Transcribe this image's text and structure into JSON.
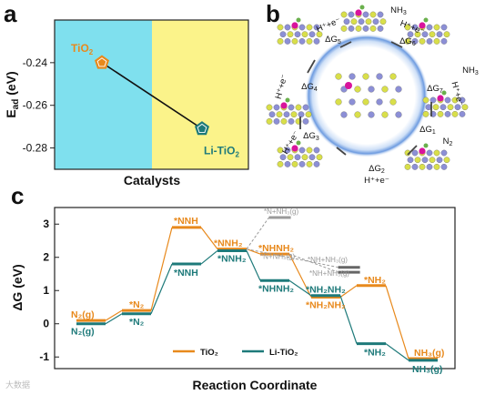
{
  "panels": {
    "a": "a",
    "b": "b",
    "c": "c"
  },
  "chart_data": [
    {
      "type": "scatter",
      "ylabel": "E",
      "ylabel_sub": "ad",
      "ylabel_unit": " (eV)",
      "xlabel": "Catalysts",
      "ylim": [
        -0.29,
        -0.22
      ],
      "yticks": [
        -0.24,
        -0.26,
        -0.28
      ],
      "ytick_labels": [
        "-0.24",
        "-0.26",
        "-0.28"
      ],
      "points": [
        {
          "name": "TiO",
          "sub": "2",
          "prefix": "",
          "value": -0.24,
          "color": "#e8891c"
        },
        {
          "name": "TiO",
          "sub": "2",
          "prefix": "Li-",
          "value": -0.271,
          "color": "#1e7a7a"
        }
      ],
      "colors": {
        "left_bg": "#7fe0ee",
        "right_bg": "#fbf38a"
      }
    },
    {
      "type": "diagram",
      "steps": [
        {
          "label": "H⁺+e⁻",
          "energy": "ΔG",
          "sub": "5"
        },
        {
          "label": "H⁺+e⁻",
          "energy": "ΔG",
          "sub": "6"
        },
        {
          "label": "NH",
          "sub": "3"
        },
        {
          "label": "NH",
          "sub": "3"
        },
        {
          "label": "H⁺+e⁻",
          "energy": "ΔG",
          "sub": "7"
        },
        {
          "label": "N",
          "sub": "2"
        },
        {
          "label": "ΔG",
          "sub": "1"
        },
        {
          "label": "ΔG",
          "sub": "2"
        },
        {
          "label": "H⁺+e⁻"
        },
        {
          "label": "ΔG",
          "sub": "3"
        },
        {
          "label": "H⁺+e⁻"
        },
        {
          "label": "ΔG",
          "sub": "4"
        },
        {
          "label": "H⁺+e⁻"
        }
      ]
    },
    {
      "type": "line",
      "ylabel": "ΔG (eV)",
      "xlabel": "Reaction Coordinate",
      "ylim": [
        -1.35,
        3.5
      ],
      "yticks": [
        -1,
        0,
        1,
        2,
        3
      ],
      "legend_position": "bottom-center",
      "series": [
        {
          "name": "TiO₂",
          "color": "#e8891c",
          "levels": [
            {
              "x": 0,
              "y": 0.1
            },
            {
              "x": 1,
              "y": 0.4
            },
            {
              "x": 2,
              "y": 2.9
            },
            {
              "x": 3,
              "y": 2.25
            },
            {
              "x": 4,
              "y": 2.1
            },
            {
              "x": 5,
              "y": 0.8
            },
            {
              "x": 6,
              "y": 1.15
            },
            {
              "x": 7,
              "y": -1.05
            }
          ]
        },
        {
          "name": "Li-TiO₂",
          "color": "#1e7a7a",
          "levels": [
            {
              "x": 0,
              "y": 0.0
            },
            {
              "x": 1,
              "y": 0.3
            },
            {
              "x": 2,
              "y": 1.8
            },
            {
              "x": 3,
              "y": 2.2
            },
            {
              "x": 4,
              "y": 1.3
            },
            {
              "x": 5,
              "y": 0.85
            },
            {
              "x": 6,
              "y": -0.6
            },
            {
              "x": 7,
              "y": -1.1
            }
          ]
        },
        {
          "name": "",
          "color": "#9a9a9a",
          "levels": [
            {
              "x": 3.6,
              "y": 3.2
            },
            {
              "x": 4.6,
              "y": 1.7
            },
            {
              "x": 4.6,
              "y": 1.55
            }
          ]
        }
      ],
      "labels_orange": [
        "N₂(g)",
        "*N₂",
        "*NNH",
        "*NNH₂",
        "*NHNH₂",
        "*NH₂NH₂",
        "*NH₂",
        "NH₃(g)"
      ],
      "labels_teal": [
        "N₂(g)",
        "*N₂",
        "*NNH",
        "*NNH₂",
        "*NHNH₂",
        "*NH₂NH₂",
        "*NH₂",
        "NH₃(g)"
      ],
      "labels_gray": [
        "*N+NH₃(g)",
        "*N+NH₃(g)",
        "*NH+NH₃(g)",
        "*NH+NH₃(g)"
      ]
    }
  ],
  "legend": {
    "tio2": "TiO₂",
    "litio2": "Li-TiO₂"
  },
  "watermark": "大数据"
}
